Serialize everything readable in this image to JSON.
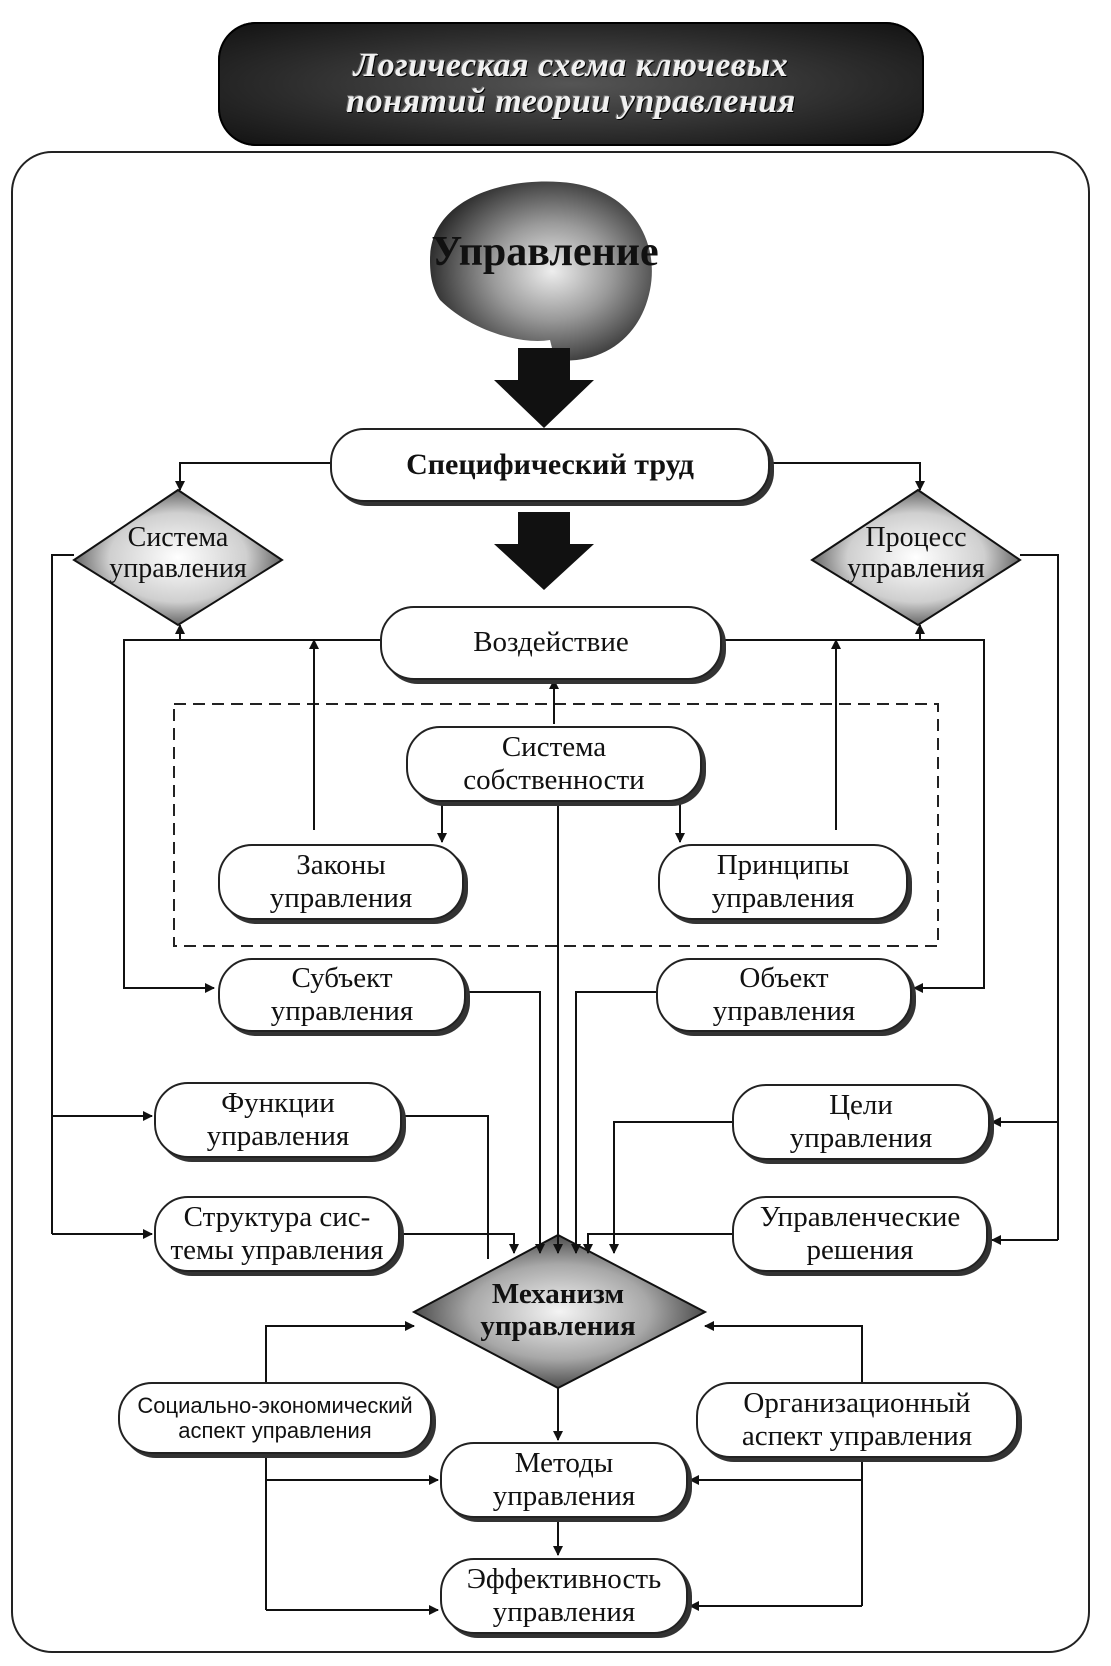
{
  "title": [
    "Логическая схема ключевых",
    "понятий теории управления"
  ],
  "main_concept": "Управление",
  "nodes": {
    "specific_labor": "Специфический труд",
    "control_system": [
      "Система",
      "управления"
    ],
    "control_process": [
      "Процесс",
      "управления"
    ],
    "impact": "Воздействие",
    "ownership_system": [
      "Система",
      "собственности"
    ],
    "laws": [
      "Законы",
      "управления"
    ],
    "principles": [
      "Принципы",
      "управления"
    ],
    "subject": [
      "Субъект",
      "управления"
    ],
    "object": [
      "Объект",
      "управления"
    ],
    "functions": [
      "Функции",
      "управления"
    ],
    "structure": [
      "Структура сис-",
      "темы управления"
    ],
    "goals": [
      "Цели",
      "управления"
    ],
    "decisions": [
      "Управленческие",
      "решения"
    ],
    "mechanism": [
      "Механизм",
      "управления"
    ],
    "socio_economic": [
      "Социально-экономический",
      "аспект управления"
    ],
    "organizational": [
      "Организационный",
      "аспект управления"
    ],
    "methods": [
      "Методы",
      "управления"
    ],
    "efficiency": [
      "Эффективность",
      "управления"
    ]
  }
}
